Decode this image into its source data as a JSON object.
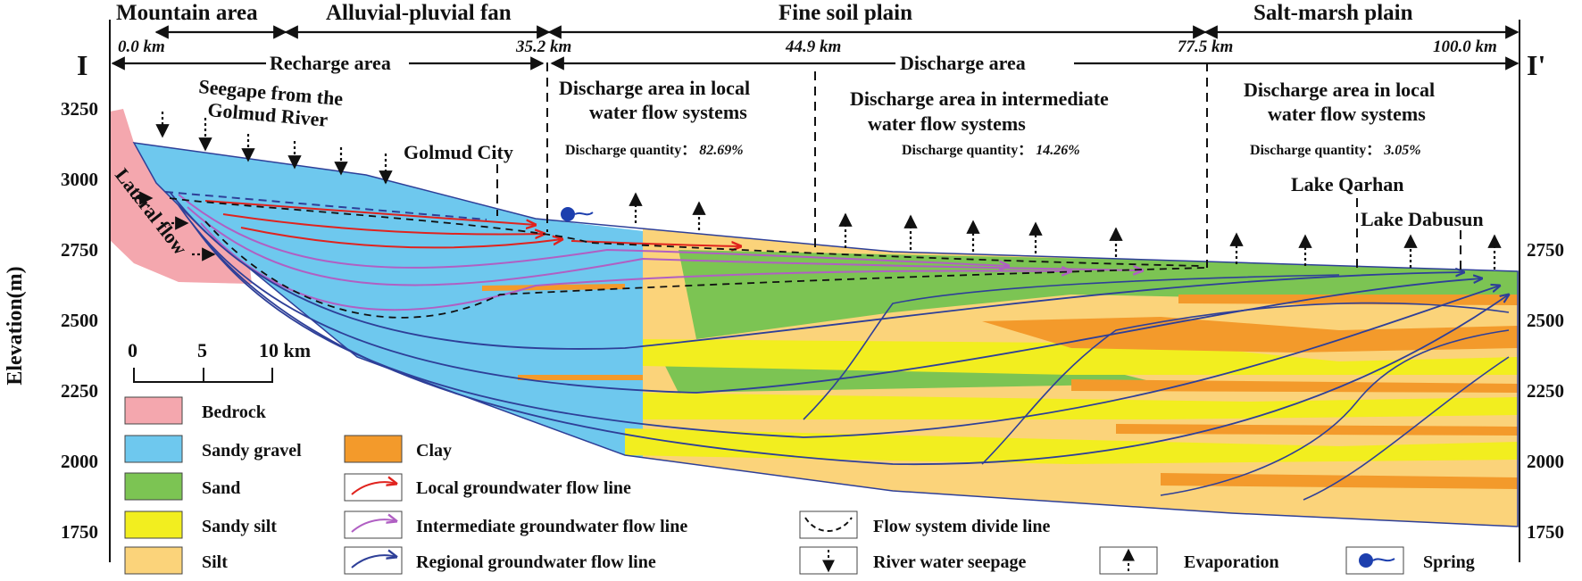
{
  "header": {
    "zones": [
      "Mountain area",
      "Alluvial-pluvial fan",
      "Fine soil plain",
      "Salt-marsh plain"
    ],
    "distances": [
      "0.0 km",
      "35.2 km",
      "44.9 km",
      "77.5 km",
      "100.0 km"
    ],
    "areas": [
      "Recharge area",
      "Discharge area"
    ],
    "profile_start": "I",
    "profile_end": "I'"
  },
  "discharge_zones": [
    {
      "title_line1": "Discharge area in local",
      "title_line2": "water flow systems",
      "quantity_label": "Discharge quantity：",
      "quantity_value": "82.69%"
    },
    {
      "title_line1": "Discharge area in intermediate",
      "title_line2": "water flow systems",
      "quantity_label": "Discharge quantity：",
      "quantity_value": "14.26%"
    },
    {
      "title_line1": "Discharge area in local",
      "title_line2": "water flow systems",
      "quantity_label": "Discharge quantity：",
      "quantity_value": "3.05%"
    }
  ],
  "annotations": {
    "seepage_line1": "Seegape from the",
    "seepage_line2": "Golmud River",
    "lateral_flow": "Lateral flow",
    "golmud_city": "Golmud City",
    "lake_qarhan": "Lake Qarhan",
    "lake_dabusun": "Lake Dabusun"
  },
  "axis": {
    "ylabel": "Elevation(m)",
    "left_ticks": [
      "3250",
      "3000",
      "2750",
      "2500",
      "2250",
      "2000",
      "1750"
    ],
    "right_ticks": [
      "2750",
      "2500",
      "2250",
      "2000",
      "1750"
    ]
  },
  "scale_bar": {
    "labels": [
      "0",
      "5",
      "10 km"
    ]
  },
  "legend": {
    "materials": [
      {
        "label": "Bedrock",
        "color": "#f4a7ae"
      },
      {
        "label": "Sandy gravel",
        "color": "#6ec8ee"
      },
      {
        "label": "Clay",
        "color": "#f39a2b"
      },
      {
        "label": "Sand",
        "color": "#7cc453"
      },
      {
        "label": "Sandy silt",
        "color": "#f2ee1f"
      },
      {
        "label": "Silt",
        "color": "#fbd37a"
      }
    ],
    "flow_lines": [
      {
        "label": "Local groundwater flow line",
        "color": "#e0231e"
      },
      {
        "label": "Intermediate groundwater flow line",
        "color": "#b05fc3"
      },
      {
        "label": "Regional groundwater flow line",
        "color": "#2e3f98"
      }
    ],
    "symbols": {
      "divide": "Flow system divide line",
      "seepage": "River water seepage",
      "evaporation": "Evaporation",
      "spring": "Spring"
    }
  }
}
